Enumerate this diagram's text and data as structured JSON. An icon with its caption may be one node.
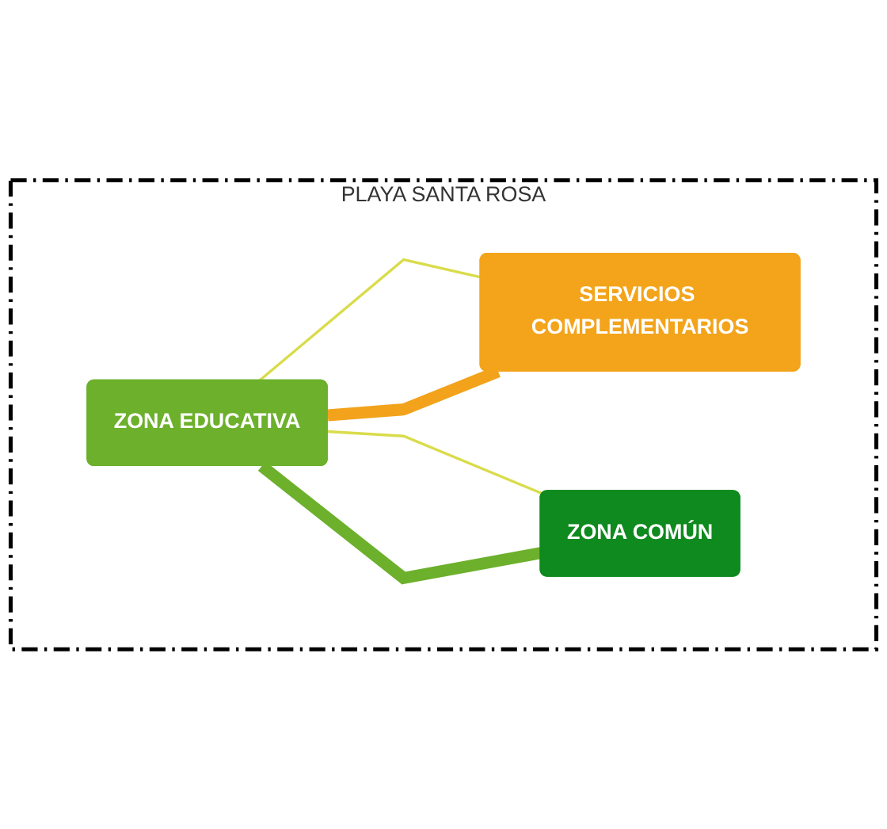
{
  "diagram": {
    "nodes": [
      {
        "text": [
          "PLAYA SANTA ROSA"
        ]
      },
      {
        "text": [
          "SERVICIOS COMPLEMENTARIOS"
        ],
        "in": 0
      },
      {
        "text": [
          "ZONA COMÚN"
        ],
        "in": 0
      },
      {
        "text": [
          "ZONA EDUCATIVA"
        ],
        "in": 0
      }
    ],
    "edges": [
      {
        "from": 1,
        "to": 3,
        "arrow": "none",
        "color": "#d9dc4a"
      },
      {
        "from": 1,
        "to": 3,
        "arrow": "none",
        "style": "thick",
        "color": "#f2a31b"
      },
      {
        "from": 2,
        "to": 3,
        "arrow": "none",
        "color": "#d9dc4a"
      },
      {
        "from": 2,
        "to": 3,
        "arrow": "none",
        "style": "thick",
        "color": "#6cb02c"
      }
    ]
  }
}
